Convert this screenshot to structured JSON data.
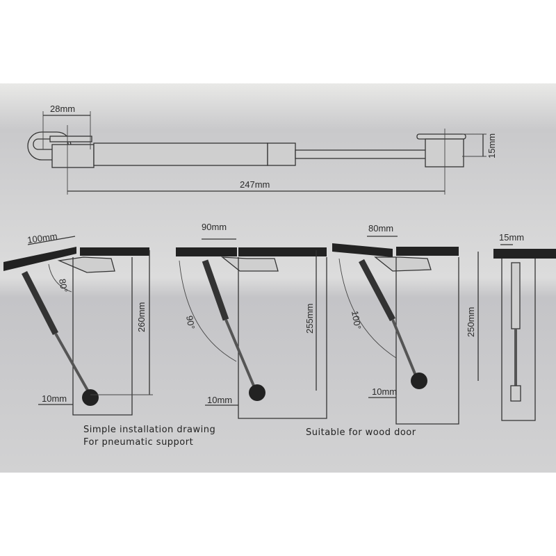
{
  "top_strut": {
    "width_label": "28mm",
    "length_label": "247mm",
    "height_label": "15mm"
  },
  "panels": [
    {
      "offset_label": "100mm",
      "angle_label": "80°",
      "height_label": "260mm",
      "edge_label": "10mm"
    },
    {
      "offset_label": "90mm",
      "angle_label": "90°",
      "height_label": "255mm",
      "edge_label": "10mm"
    },
    {
      "offset_label": "80mm",
      "angle_label": "100°",
      "height_label": "250mm",
      "edge_label": "10mm"
    },
    {
      "offset_label": "15mm"
    }
  ],
  "captions": {
    "line1": "Simple installation drawing",
    "line2": "For pneumatic support",
    "right": "Suitable for wood door"
  },
  "colors": {
    "paper_light": "#e6e6e4",
    "paper_shadow": "#b9b9bb",
    "ink": "#222222"
  }
}
